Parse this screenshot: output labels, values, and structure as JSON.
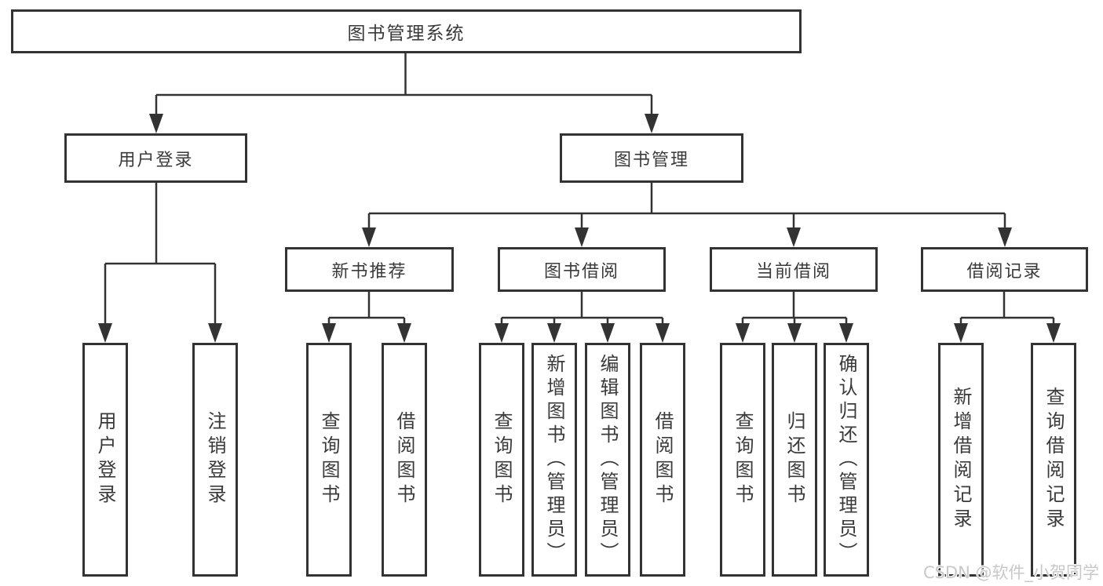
{
  "tree": {
    "root": "图书管理系统",
    "branch_user_login": {
      "label": "用户登录",
      "children": [
        "用户登录",
        "注销登录"
      ]
    },
    "branch_book_management": {
      "label": "图书管理",
      "sections": {
        "new_book": {
          "label": "新书推荐",
          "children": [
            "查询图书",
            "借阅图书"
          ]
        },
        "borrow": {
          "label": "图书借阅",
          "children": [
            "查询图书",
            "新增图书（管理员）",
            "编辑图书（管理员）",
            "借阅图书"
          ]
        },
        "current": {
          "label": "当前借阅",
          "children": [
            "查询图书",
            "归还图书",
            "确认归还（管理员）"
          ]
        },
        "records": {
          "label": "借阅记录",
          "children": [
            "新增借阅记录",
            "查询借阅记录"
          ]
        }
      }
    }
  },
  "watermark": "CSDN @软件_小贺同学",
  "colors": {
    "line": "#333333",
    "text": "#3a3a3a",
    "background": "#ffffff",
    "watermark": "#c8c8c8"
  }
}
